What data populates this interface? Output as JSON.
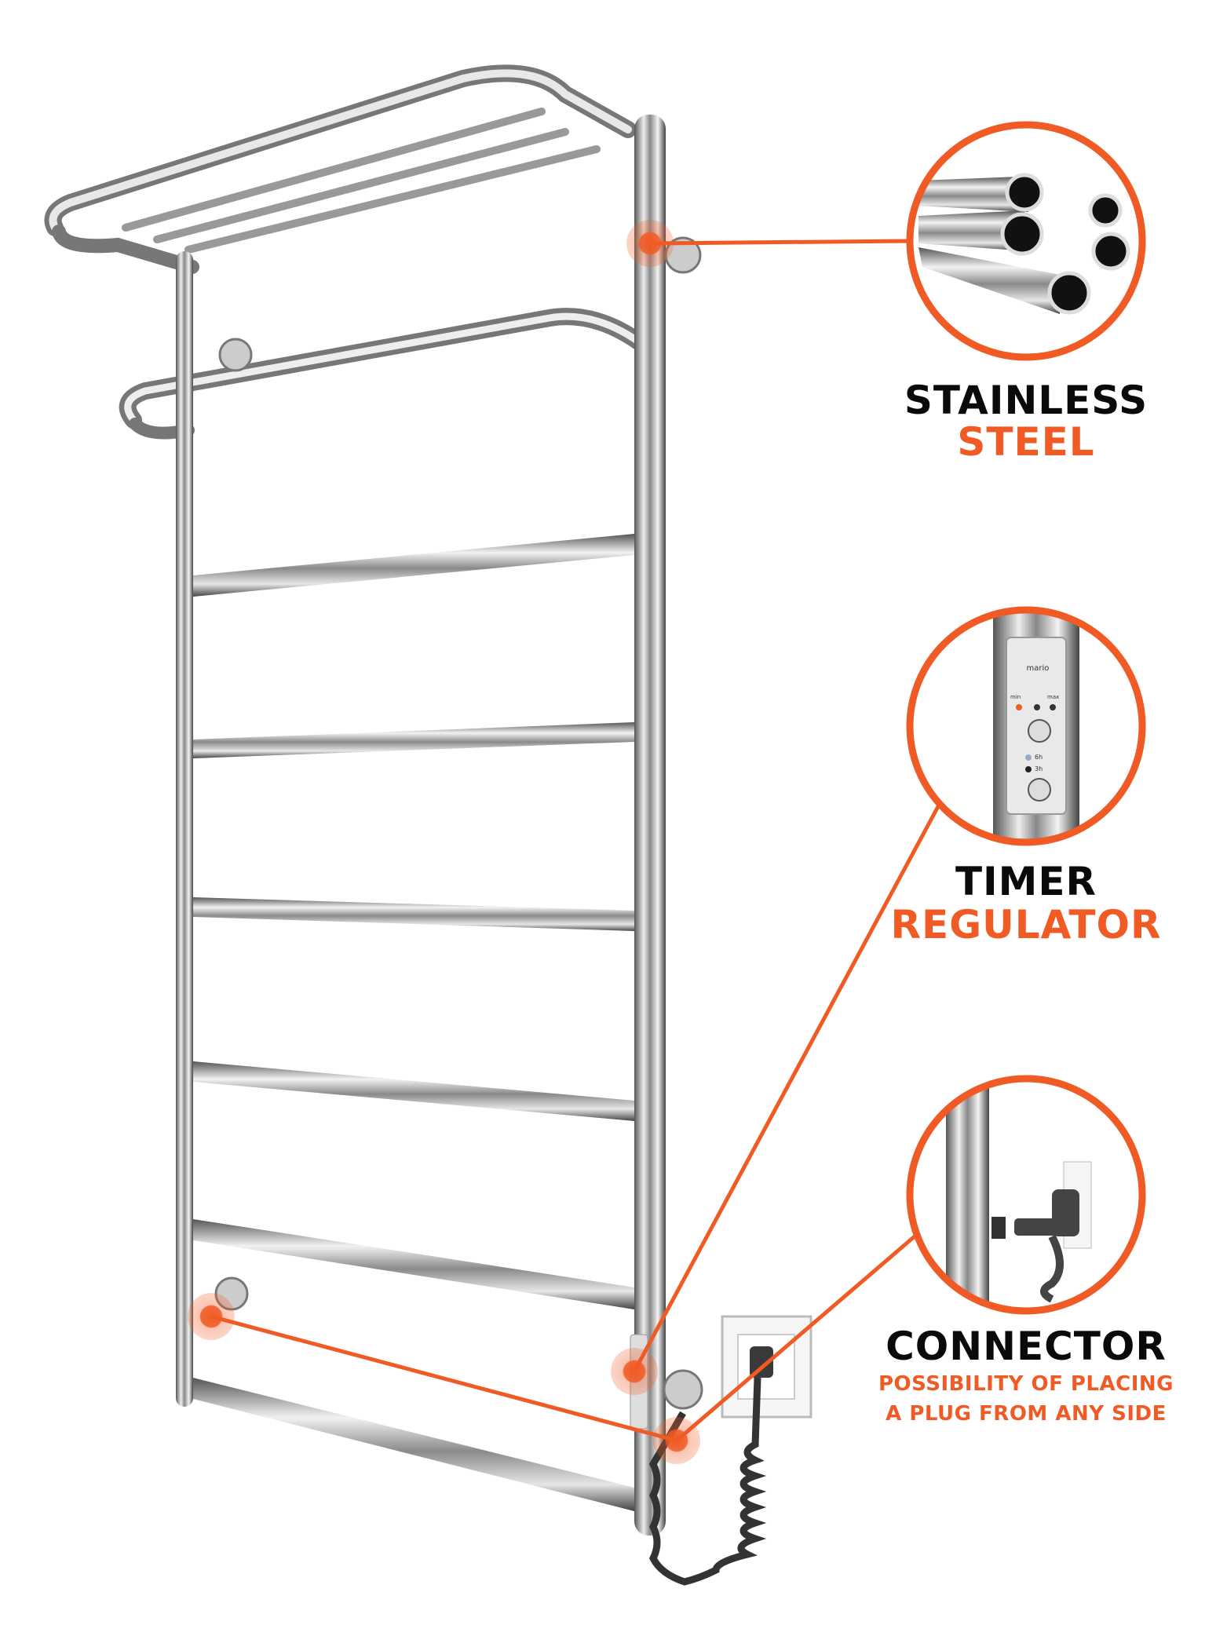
{
  "accent_color": "#f05a24",
  "features": [
    {
      "title": "STAINLESS",
      "highlight": "STEEL",
      "icon": "steel-pipes-icon"
    },
    {
      "title": "TIMER",
      "highlight": "REGULATOR",
      "icon": "timer-panel-icon",
      "panel": {
        "brand": "mario",
        "led_min": "min",
        "led_max": "max",
        "led_6h": "6h",
        "led_3h": "3h"
      }
    },
    {
      "title": "CONNECTOR",
      "highlight_lines": [
        "POSSIBILITY OF PLACING",
        "A PLUG FROM ANY SIDE"
      ],
      "icon": "plug-connector-icon"
    }
  ]
}
